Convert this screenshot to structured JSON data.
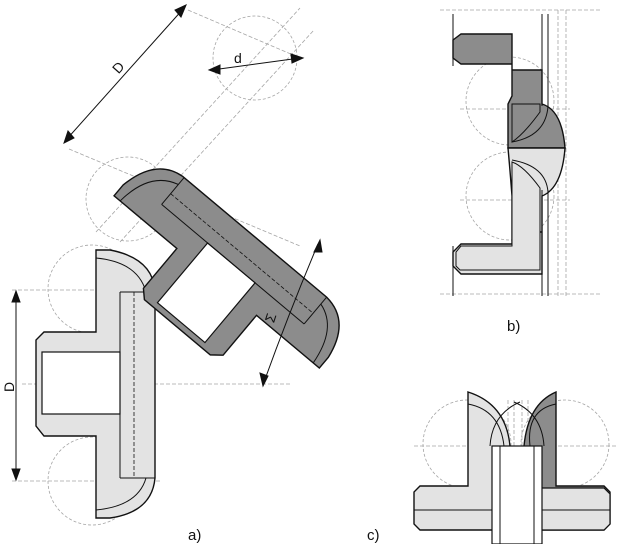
{
  "figure": {
    "labels": {
      "a": "a)",
      "b": "b)",
      "c": "c)",
      "D_bottom": "D",
      "D_top": "D",
      "d_small": "d",
      "sigma": "Σ"
    },
    "colors": {
      "dark_fill": "#8c8c8c",
      "light_fill": "#e3e3e3",
      "outline": "#111111",
      "construction": "#9a9a9a"
    }
  }
}
